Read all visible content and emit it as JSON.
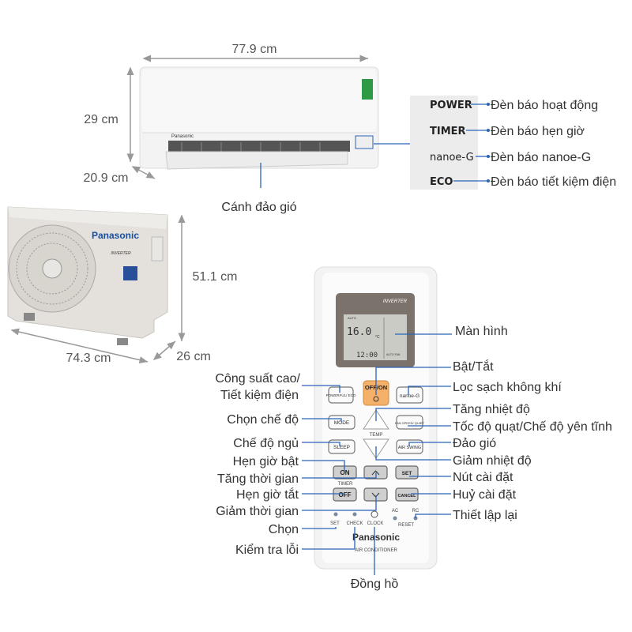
{
  "dimensions": {
    "indoor_width": "77.9 cm",
    "indoor_height": "29 cm",
    "indoor_depth": "20.9 cm",
    "outdoor_height": "51.1 cm",
    "outdoor_width": "74.3 cm",
    "outdoor_depth": "26 cm"
  },
  "indoor": {
    "brand": "Panasonic",
    "flap_label": "Cánh đảo gió"
  },
  "outdoor": {
    "brand": "Panasonic",
    "badge": "INVERTER"
  },
  "indicators": [
    {
      "code": "POWER",
      "desc": "Đèn báo hoạt động"
    },
    {
      "code": "TIMER",
      "desc": "Đèn báo hẹn giờ"
    },
    {
      "code": "nanoe-G",
      "desc": "Đèn báo nanoe-G"
    },
    {
      "code": "ECO",
      "desc": "Đèn báo tiết kiệm điện"
    }
  ],
  "remote": {
    "display": {
      "badge": "INVERTER",
      "mode": "AUTO",
      "temp": "16.0",
      "unit": "°C",
      "time": "12:00",
      "fan": "AUTO FAN"
    },
    "buttons": {
      "powerful": "POWERFUL/ ECO",
      "offon": "OFF/ON",
      "nanoe": "nanoe-G",
      "mode": "MODE",
      "fanspeed": "FAN SPEED/ QUIET",
      "temp": "TEMP",
      "sleep": "SLEEP",
      "airswing": "AIR SWING",
      "on": "ON",
      "set": "SET",
      "timer": "TIMER",
      "off": "OFF",
      "cancel": "CANCEL",
      "set_small": "SET",
      "check": "CHECK",
      "clock": "CLOCK",
      "ac": "AC",
      "rc": "RC",
      "reset": "RESET"
    },
    "brand": "Panasonic",
    "subtitle": "AIR CONDITIONER"
  },
  "callouts_right": [
    "Màn hình",
    "Bật/Tắt",
    "Lọc sạch không khí",
    "Tăng nhiệt độ",
    "Tốc độ quạt/Chế độ yên tĩnh",
    "Đảo gió",
    "Giảm nhiệt độ",
    "Nút cài đặt",
    "Huỷ cài đặt",
    "Thiết lập lại"
  ],
  "callouts_left": [
    "Công suất cao/",
    "Tiết kiệm điện",
    "Chọn chế độ",
    "Chế độ ngủ",
    "Hẹn giờ bật",
    "Tăng thời gian",
    "Hẹn giờ tắt",
    "Giảm thời gian",
    "Chọn",
    "Kiểm tra lỗi"
  ],
  "callout_bottom": "Đồng hồ",
  "colors": {
    "callout_line": "#2a64b8",
    "offon_button": "#f5b06a"
  }
}
